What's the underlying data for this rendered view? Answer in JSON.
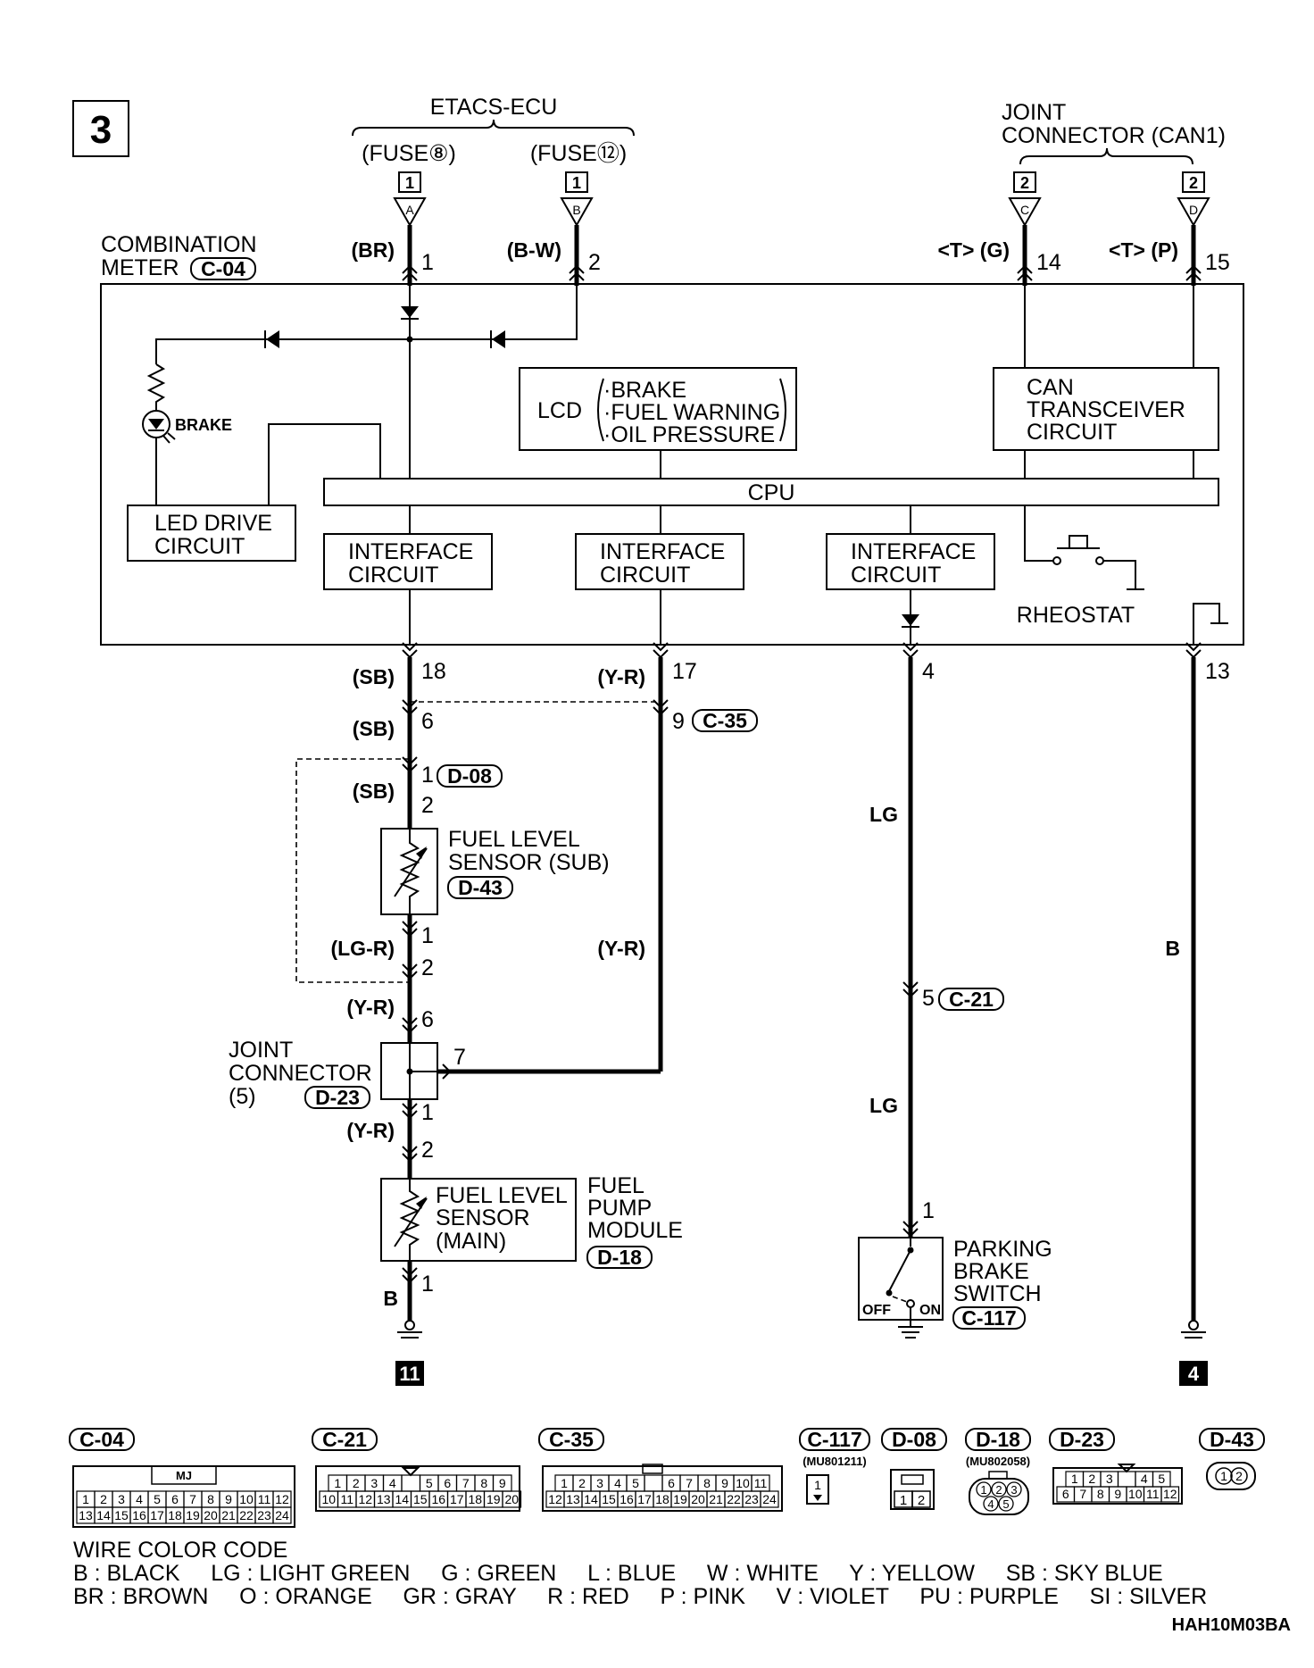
{
  "diagram": {
    "page_number": "3",
    "etacs_ecu": "ETACS-ECU",
    "fuse_a": "(FUSE⑧)",
    "fuse_b": "(FUSE⑫)",
    "joint_can_line1": "JOINT",
    "joint_can_line2": "CONNECTOR (CAN1)",
    "box_num_1": "1",
    "box_num_2": "1",
    "box_num_3": "2",
    "box_num_4": "2",
    "pin_a": "A",
    "pin_b": "B",
    "pin_c": "C",
    "pin_d": "D",
    "meter_line1": "COMBINATION",
    "meter_line2": "METER",
    "meter_conn": "C-04",
    "top_wires": [
      {
        "color": "(BR)",
        "pin": "1"
      },
      {
        "color": "(B-W)",
        "pin": "2"
      },
      {
        "color": "<T> (G)",
        "pin": "14"
      },
      {
        "color": "<T> (P)",
        "pin": "15"
      }
    ],
    "brake_lamp": "BRAKE",
    "led_drive_line1": "LED DRIVE",
    "led_drive_line2": "CIRCUIT",
    "lcd_label": "LCD",
    "lcd_items": [
      "·BRAKE",
      "·FUEL WARNING",
      "·OIL PRESSURE"
    ],
    "can_line1": "CAN",
    "can_line2": "TRANSCEIVER",
    "can_line3": "CIRCUIT",
    "cpu": "CPU",
    "iface_line1": "INTERFACE",
    "iface_line2": "CIRCUIT",
    "rheostat": "RHEOSTAT",
    "bottom_wires": [
      {
        "color": "(SB)",
        "pin": "18"
      },
      {
        "color": "(Y-R)",
        "pin": "17"
      },
      {
        "color": "",
        "pin": "4"
      },
      {
        "color": "",
        "pin": "13"
      }
    ],
    "c35_pin_left": "6",
    "c35_pin_right": "9",
    "c35_conn": "C-35",
    "sb_1": "(SB)",
    "sb_2": "(SB)",
    "d08_pin1": "1",
    "d08_pin2": "2",
    "d08_conn": "D-08",
    "sub_sensor_line1": "FUEL LEVEL",
    "sub_sensor_line2": "SENSOR (SUB)",
    "sub_sensor_conn": "D-43",
    "d43_pin1": "1",
    "d43_pin2": "2",
    "lg_r": "(LG-R)",
    "y_r_right": "(Y-R)",
    "y_r_1": "(Y-R)",
    "y_r_2": "(Y-R)",
    "jc_pin6": "6",
    "jc_pin7": "7",
    "jc_pin1": "1",
    "jc_pin2": "2",
    "jc_line1": "JOINT",
    "jc_line2": "CONNECTOR",
    "jc_line3": "(5)",
    "jc_conn": "D-23",
    "main_sensor_line1": "FUEL LEVEL",
    "main_sensor_line2": "SENSOR",
    "main_sensor_line3": "(MAIN)",
    "pump_line1": "FUEL",
    "pump_line2": "PUMP",
    "pump_line3": "MODULE",
    "pump_conn": "D-18",
    "b_wire_main": "B",
    "b_pin_main": "1",
    "lg_1": "LG",
    "lg_2": "LG",
    "c21_pin": "5",
    "c21_conn": "C-21",
    "pb_pin": "1",
    "pb_line1": "PARKING",
    "pb_line2": "BRAKE",
    "pb_line3": "SWITCH",
    "pb_conn": "C-117",
    "pb_off": "OFF",
    "pb_on": "ON",
    "b_wire_right": "B",
    "ref_11": "11",
    "ref_4": "4",
    "drawing_code": "HAH10M03BA"
  },
  "connectors": {
    "c04": {
      "label": "C-04",
      "tag": "MJ",
      "row1": [
        "1",
        "2",
        "3",
        "4",
        "5",
        "6",
        "7",
        "8",
        "9",
        "10",
        "11",
        "12"
      ],
      "row2": [
        "13",
        "14",
        "15",
        "16",
        "17",
        "18",
        "19",
        "20",
        "21",
        "22",
        "23",
        "24"
      ]
    },
    "c21": {
      "label": "C-21",
      "row1": [
        "1",
        "2",
        "3",
        "4",
        "",
        "5",
        "6",
        "7",
        "8",
        "9"
      ],
      "row2": [
        "10",
        "11",
        "12",
        "13",
        "14",
        "15",
        "16",
        "17",
        "18",
        "19",
        "20"
      ]
    },
    "c35": {
      "label": "C-35",
      "row1": [
        "1",
        "2",
        "3",
        "4",
        "5",
        "",
        "6",
        "7",
        "8",
        "9",
        "10",
        "11"
      ],
      "row2": [
        "12",
        "13",
        "14",
        "15",
        "16",
        "17",
        "18",
        "19",
        "20",
        "21",
        "22",
        "23",
        "24"
      ]
    },
    "c117": {
      "label": "C-117",
      "part": "(MU801211)",
      "pin": "1"
    },
    "d08": {
      "label": "D-08",
      "pins": [
        "1",
        "2"
      ]
    },
    "d18": {
      "label": "D-18",
      "part": "(MU802058)",
      "row1": [
        "1",
        "2",
        "3"
      ],
      "row2": [
        "4",
        "5"
      ]
    },
    "d23": {
      "label": "D-23",
      "row1": [
        "1",
        "2",
        "3",
        "",
        "4",
        "5"
      ],
      "row2": [
        "6",
        "7",
        "8",
        "9",
        "10",
        "11",
        "12"
      ]
    },
    "d43": {
      "label": "D-43",
      "pins": [
        "1",
        "2"
      ]
    }
  },
  "wire_color_code": {
    "title": "WIRE COLOR CODE",
    "line1": "B : BLACK     LG : LIGHT GREEN     G : GREEN     L : BLUE     W : WHITE     Y : YELLOW     SB : SKY BLUE",
    "line2": "BR : BROWN     O : ORANGE     GR : GRAY     R : RED     P : PINK     V : VIOLET     PU : PURPLE     SI : SILVER"
  }
}
